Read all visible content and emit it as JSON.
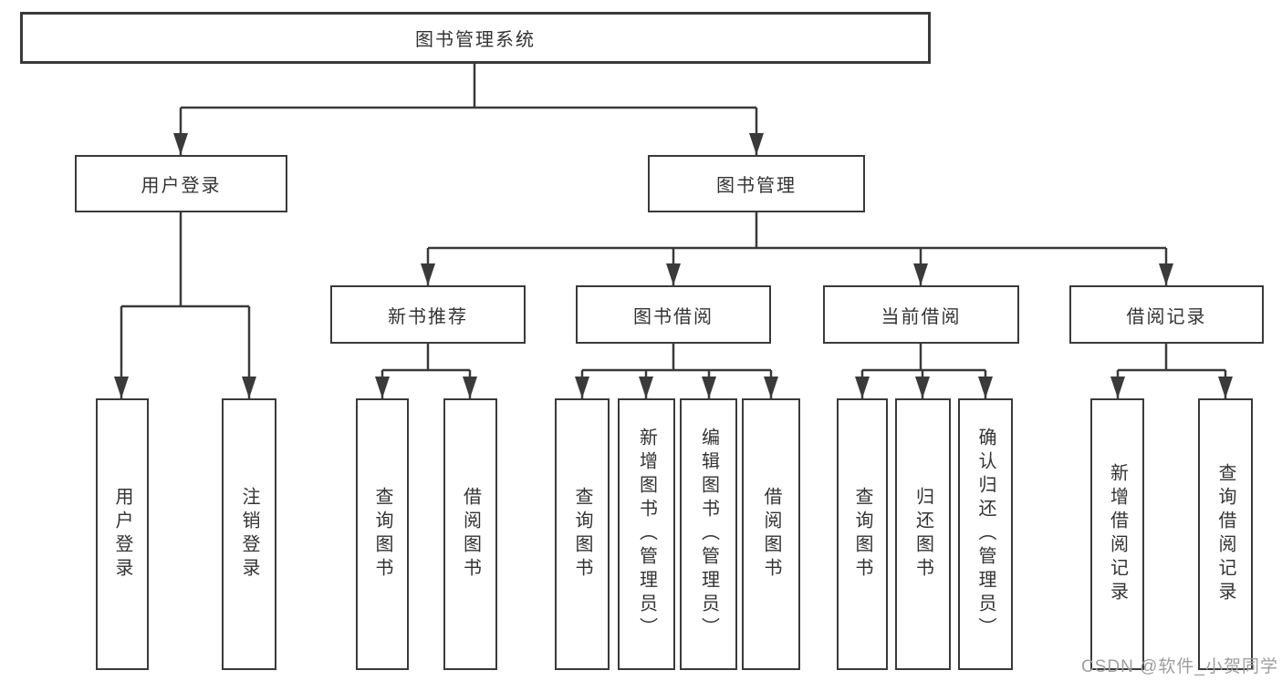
{
  "colors": {
    "background": "#ffffff",
    "line": "#3a3a3a",
    "box_border": "#3a3a3a",
    "text": "#333333",
    "watermark": "#9e9e9e"
  },
  "diagram": {
    "nodes": {
      "root": "图书管理系统",
      "user_login_group": "用户登录",
      "book_mgmt": "图书管理",
      "new_book_rec": "新书推荐",
      "book_borrow": "图书借阅",
      "current_borrow": "当前借阅",
      "borrow_records": "借阅记录",
      "leaf_user_login": "用户登录",
      "leaf_logout": "注销登录",
      "leaf_nb_query": "查询图书",
      "leaf_nb_borrow": "借阅图书",
      "leaf_bb_query": "查询图书",
      "leaf_bb_add": "新增图书（管理员）",
      "leaf_bb_edit": "编辑图书（管理员）",
      "leaf_bb_borrow": "借阅图书",
      "leaf_cb_query": "查询图书",
      "leaf_cb_return": "归还图书",
      "leaf_cb_confirm": "确认归还（管理员）",
      "leaf_br_add": "新增借阅记录",
      "leaf_br_query": "查询借阅记录"
    },
    "watermark": "CSDN @软件_小贺同学"
  }
}
